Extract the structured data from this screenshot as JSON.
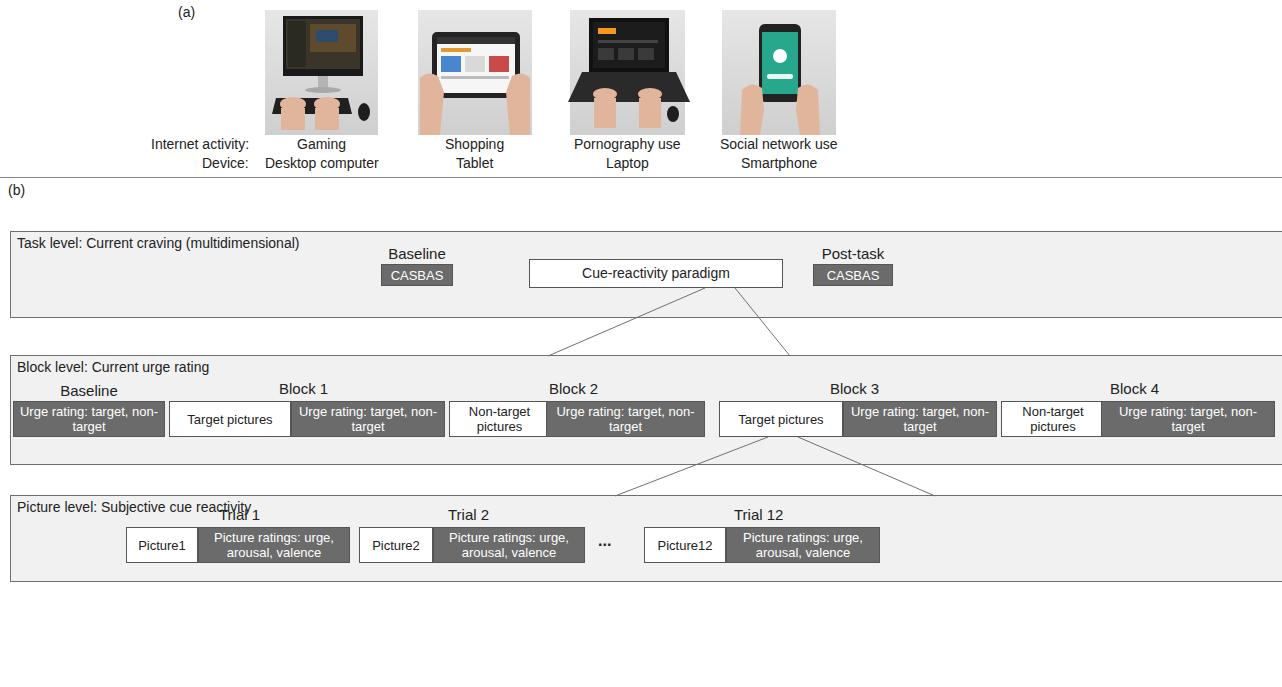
{
  "diagram": {
    "nodes": [
      {
        "text": [
          "Task level: Current craving (multidimensional)"
        ]
      },
      {
        "text": [
          "Baseline",
          "CASBAS"
        ],
        "in": 0
      },
      {
        "text": [
          "Cue-reactivity paradigm"
        ],
        "in": 0
      },
      {
        "text": [
          "Post-task",
          "CASBAS"
        ],
        "in": 0
      },
      {
        "text": [
          "Block level: Current urge rating"
        ]
      },
      {
        "text": [
          "Baseline",
          "Urge rating: target, non-target"
        ],
        "in": 4
      },
      {
        "text": [
          "Target pictures"
        ],
        "in": 4
      },
      {
        "text": [
          "Urge rating: target, non-target"
        ],
        "in": 4
      },
      {
        "text": [
          "Non-target pictures"
        ],
        "in": 4
      },
      {
        "text": [
          "Urge rating: target, non-target"
        ],
        "in": 4
      },
      {
        "text": [
          "Target pictures"
        ],
        "in": 4
      },
      {
        "text": [
          "Urge rating: target, non-target"
        ],
        "in": 4
      },
      {
        "text": [
          "Non-target pictures"
        ],
        "in": 4
      },
      {
        "text": [
          "Urge rating: target, non-target"
        ],
        "in": 4
      },
      {
        "text": [
          "Picture level: Subjective cue reactivity"
        ]
      },
      {
        "text": [
          "Picture1"
        ],
        "in": 14
      },
      {
        "text": [
          "Picture ratings: urge, arousal, valence"
        ],
        "in": 14
      },
      {
        "text": [
          "Picture2"
        ],
        "in": 14
      },
      {
        "text": [
          "Picture ratings: urge, arousal, valence"
        ],
        "in": 14
      },
      {
        "text": [
          "Picture12"
        ],
        "in": 14
      },
      {
        "text": [
          "Picture ratings: urge, arousal, valence"
        ],
        "in": 14
      }
    ],
    "labels": [
      "(a)",
      "Internet activity:",
      "Device:",
      "Gaming",
      "Desktop computer",
      "Shopping",
      "Tablet",
      "Pornography use",
      "Laptop",
      "Social network use",
      "Smartphone",
      "(b)",
      "Block 1",
      "Block 2",
      "Block 3",
      "Block 4",
      "Trial 1",
      "Trial 2",
      "...",
      "Trial 12"
    ]
  }
}
